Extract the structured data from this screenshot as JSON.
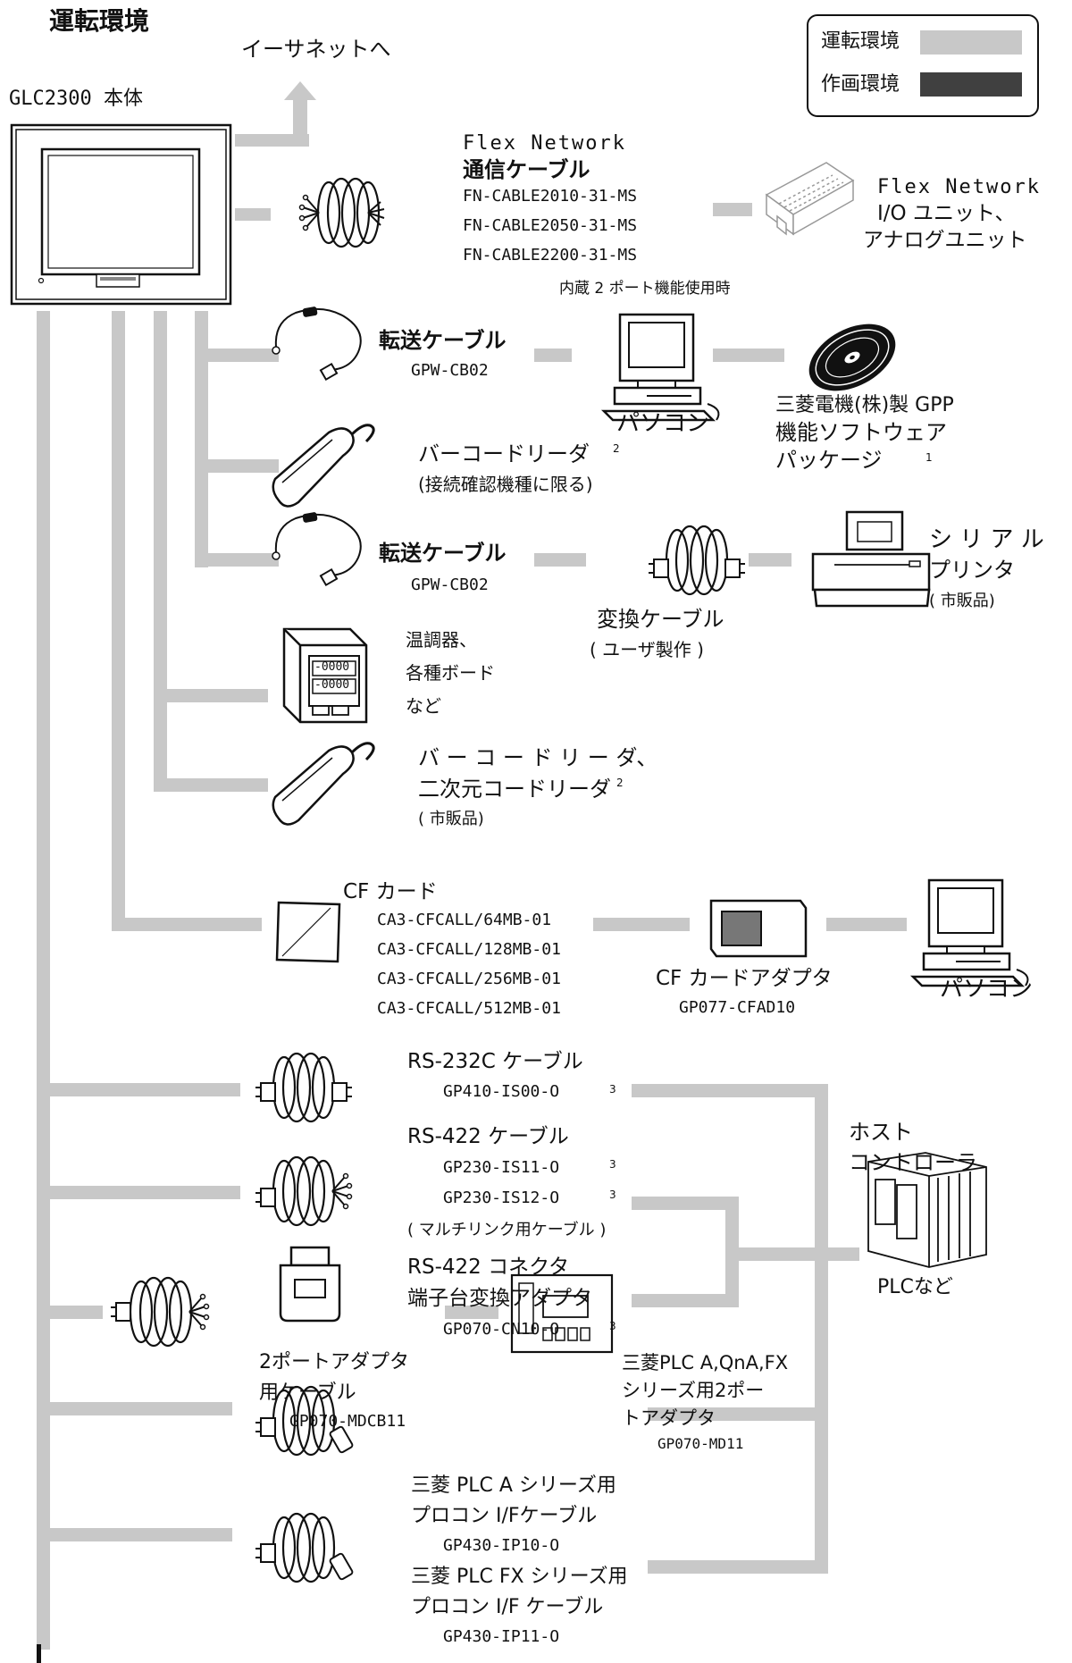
{
  "diagram": {
    "title": "運転環境",
    "legend": {
      "items": [
        {
          "label": "運転環境",
          "color": "#c8c8c8"
        },
        {
          "label": "作画環境",
          "color": "#404040"
        }
      ]
    },
    "main_unit": {
      "label": "GLC2300 本体"
    },
    "ethernet": {
      "label": "イーサネットへ"
    },
    "flex_network_cable": {
      "title_line1": "Flex Network",
      "title_line2": "通信ケーブル",
      "models": [
        "FN-CABLE2010-31-MS",
        "FN-CABLE2050-31-MS",
        "FN-CABLE2200-31-MS"
      ]
    },
    "flex_network_io": {
      "line1": "Flex Network",
      "line2": "I/O ユニット、",
      "line3": "アナログユニット"
    },
    "builtin_2port_note": "内蔵 2 ポート機能使用時",
    "transfer_cable_1": {
      "label": "転送ケーブル",
      "model": "GPW-CB02"
    },
    "pc_1": {
      "label": "パソコン"
    },
    "gpp_software": {
      "line1": "三菱電機(株)製 GPP",
      "line2": "機能ソフトウェア",
      "line3": "パッケージ",
      "footnote": "1"
    },
    "barcode_1": {
      "label": "バーコードリーダ",
      "footnote": "2",
      "note": "(接続確認機種に限る)"
    },
    "transfer_cable_2": {
      "label": "転送ケーブル",
      "model": "GPW-CB02"
    },
    "conversion_cable": {
      "label": "変換ケーブル",
      "note": "( ユーザ製作 )"
    },
    "serial_printer": {
      "line1": "シ リ ア ル",
      "line2": "プリンタ",
      "note": "( 市販品)"
    },
    "temp_controller": {
      "line1": "温調器、",
      "line2": "各種ボード",
      "line3": "など",
      "display_1": "-0000",
      "display_2": "-0000"
    },
    "barcode_2": {
      "line1": "バ ー コ ー ド リ ー ダ、",
      "line2": "二次元コードリーダ",
      "footnote": "2",
      "note": "( 市販品)"
    },
    "cf_card": {
      "label": "CF カード",
      "models": [
        "CA3-CFCALL/64MB-01",
        "CA3-CFCALL/128MB-01",
        "CA3-CFCALL/256MB-01",
        "CA3-CFCALL/512MB-01"
      ]
    },
    "cf_adapter": {
      "label": "CF カードアダプタ",
      "model": "GP077-CFAD10"
    },
    "pc_2": {
      "label": "パソコン"
    },
    "rs232c_cable": {
      "label": "RS-232C ケーブル",
      "model": "GP410-IS00-O",
      "footnote": "3"
    },
    "rs422_cable": {
      "label": "RS-422 ケーブル",
      "models": [
        "GP230-IS11-O",
        "GP230-IS12-O"
      ],
      "footnote": "3",
      "note": "( マルチリンク用ケーブル )"
    },
    "rs422_connector": {
      "line1": "RS-422 コネクタ",
      "line2": "端子台変換アダプタ",
      "model": "GP070-CN10-O",
      "footnote": "3"
    },
    "host_controller": {
      "line1": "ホスト",
      "line2": "コントローラ",
      "plc_label": "PLCなど"
    },
    "two_port_cable": {
      "line1": "2ポートアダプタ",
      "line2": "用ケーブル",
      "model": "GP070-MDCB11"
    },
    "two_port_adapter": {
      "line1": "三菱PLC A,QnA,FX",
      "line2": "シリーズ用2ポー",
      "line3": "トアダプタ",
      "model": "GP070-MD11"
    },
    "procon_a": {
      "line1": "三菱 PLC A シリーズ用",
      "line2": "プロコン I/Fケーブル",
      "model": "GP430-IP10-O"
    },
    "procon_fx": {
      "line1": "三菱 PLC FX シリーズ用",
      "line2": "プロコン I/F ケーブル",
      "model": "GP430-IP11-O"
    }
  }
}
